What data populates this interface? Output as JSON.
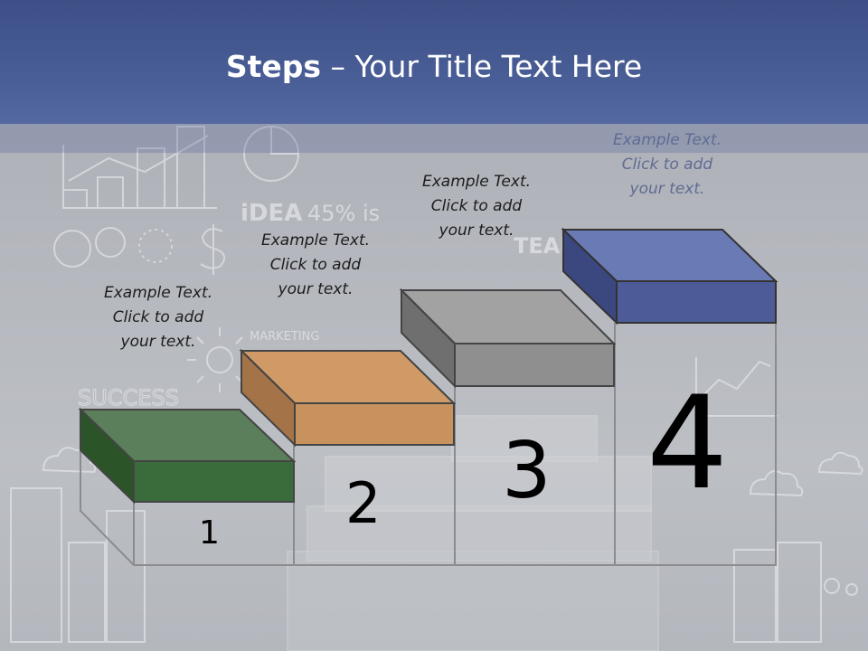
{
  "title": {
    "bold": "Steps",
    "rest": " – Your Title Text Here"
  },
  "steps": [
    {
      "number": "1",
      "caption_line1": "Example Text.",
      "caption_line2": "Click  to add",
      "caption_line3": "your text.",
      "color": "#3a6b3a"
    },
    {
      "number": "2",
      "caption_line1": "Example Text.",
      "caption_line2": "Click  to add",
      "caption_line3": "your text.",
      "color": "#c8925e"
    },
    {
      "number": "3",
      "caption_line1": "Example Text.",
      "caption_line2": "Click  to add",
      "caption_line3": "your text.",
      "color": "#8f8f8f"
    },
    {
      "number": "4",
      "caption_line1": "Example Text.",
      "caption_line2": "Click  to add",
      "caption_line3": "your text.",
      "color": "#4d5c99"
    }
  ],
  "background_words": {
    "idea": "iDEA",
    "percent": "45% is",
    "team": "TEAM",
    "marketing": "MARKETING",
    "success": "SUCCESS"
  },
  "colors": {
    "header": "#4b5f98",
    "title": "#ffffff"
  }
}
